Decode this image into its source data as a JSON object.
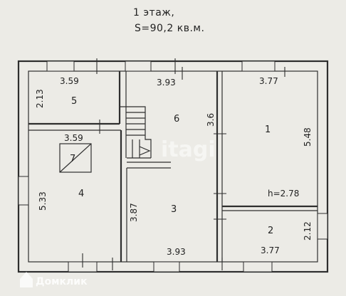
{
  "header": {
    "floor": "1  этаж,",
    "area": "S=90,2 кв.м."
  },
  "rooms": {
    "r1": "1",
    "r2": "2",
    "r3": "3",
    "r4": "4",
    "r5": "5",
    "r6": "6",
    "r7": "7"
  },
  "dimensions": {
    "r5_width": "3.59",
    "r5_height": "2.13",
    "r4_width": "3.59",
    "r4_height": "5.33",
    "r6_width": "3.93",
    "r6_height": "3.6",
    "r3_height": "3.87",
    "bottom_width": "3.93",
    "r1_width": "3.77",
    "r1_height": "5.48",
    "r2_width": "3.77",
    "r2_height": "2.12",
    "ceiling": "h=2.78"
  },
  "watermark": "itagi",
  "brand": "Домклик"
}
